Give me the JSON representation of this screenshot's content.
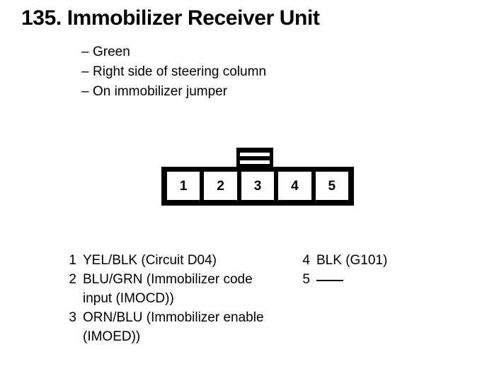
{
  "title": "135. Immobilizer Receiver Unit",
  "bullets": [
    {
      "marker": "–",
      "text": "Green"
    },
    {
      "marker": "–",
      "text": "Right side of steering column"
    },
    {
      "marker": "–",
      "text": "On immobilizer jumper"
    }
  ],
  "connector": {
    "name": "5-pin connector",
    "pin_count": 5,
    "pins": [
      {
        "number": "1"
      },
      {
        "number": "2"
      },
      {
        "number": "3"
      },
      {
        "number": "4"
      },
      {
        "number": "5"
      }
    ],
    "tab_position": "top-center",
    "tab_slots": 2,
    "outline_color": "#000000",
    "cell_color": "#ffffff"
  },
  "legend": {
    "left_column": [
      {
        "number": "1",
        "description": "YEL/BLK (Circuit D04)"
      },
      {
        "number": "2",
        "description": "BLU/GRN (Immobilizer code input (IMOCD))"
      },
      {
        "number": "3",
        "description": "ORN/BLU (Immobilizer enable (IMOED))"
      }
    ],
    "right_column": [
      {
        "number": "4",
        "description": "BLK (G101)"
      },
      {
        "number": "5",
        "description": ""
      }
    ]
  }
}
